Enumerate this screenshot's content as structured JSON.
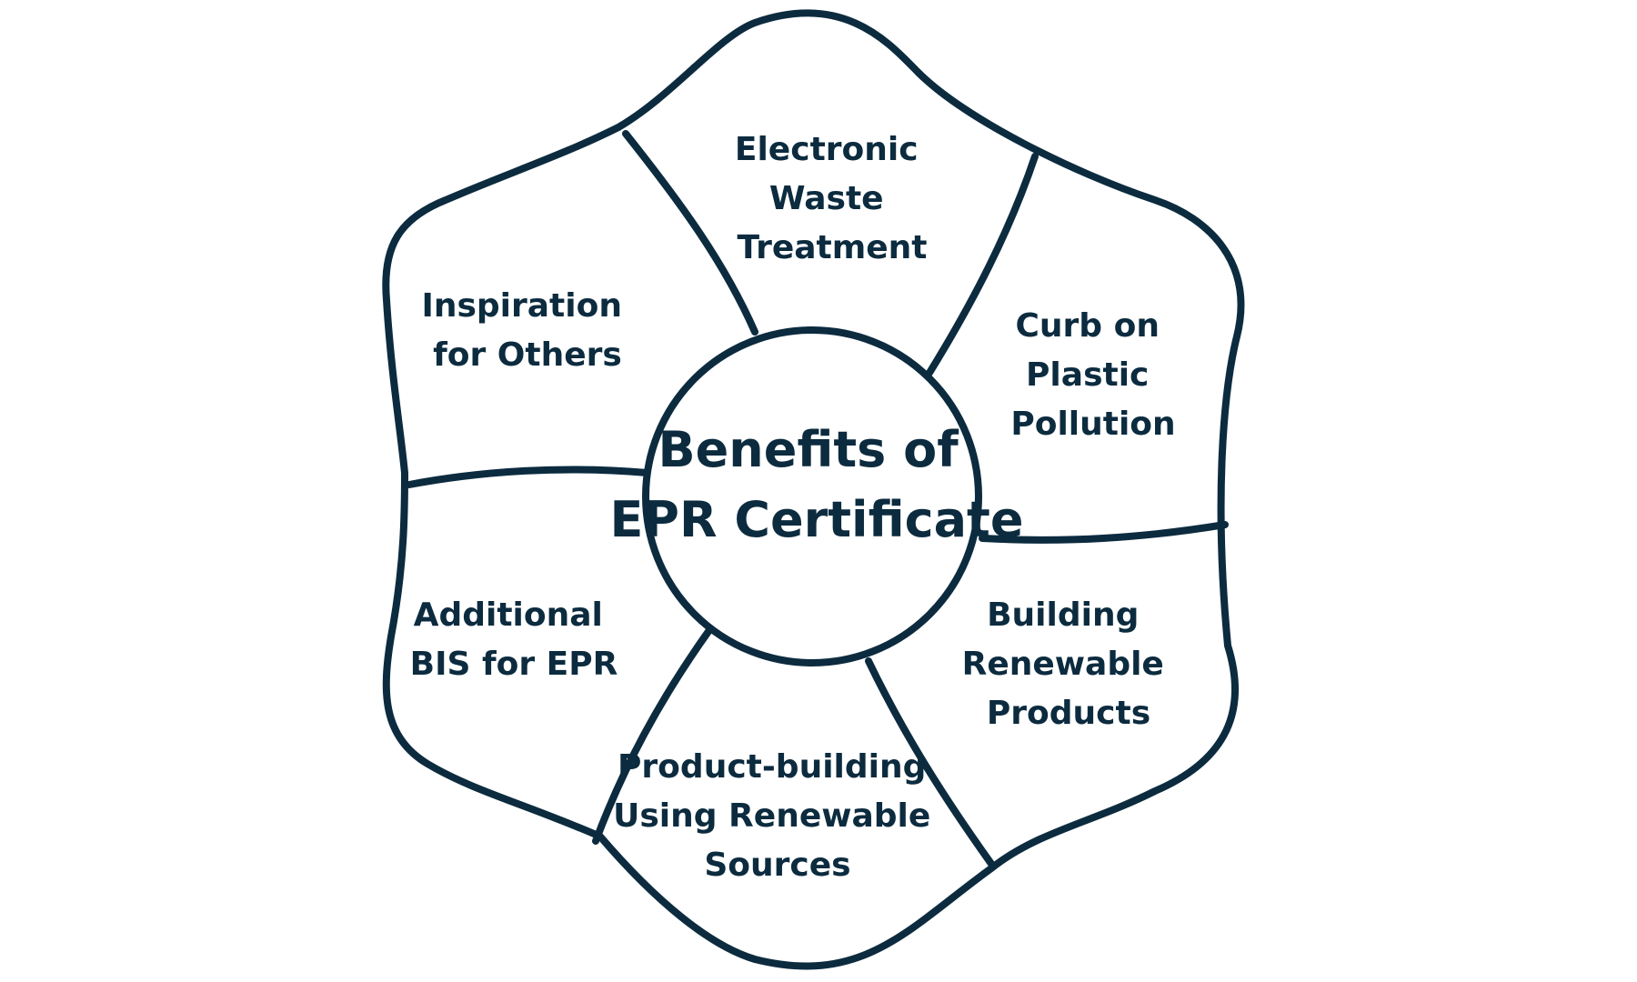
{
  "center": {
    "line1": "Benefits of",
    "line2": "EPR Certificate"
  },
  "segments": [
    {
      "lines": [
        "Electronic",
        "Waste",
        "Treatment"
      ]
    },
    {
      "lines": [
        "Curb on",
        "Plastic",
        "Pollution"
      ]
    },
    {
      "lines": [
        "Building",
        "Renewable",
        "Products"
      ]
    },
    {
      "lines": [
        "Product-building",
        "Using Renewable",
        "Sources"
      ]
    },
    {
      "lines": [
        "Additional",
        "BIS for EPR"
      ]
    },
    {
      "lines": [
        "Inspiration",
        "for Others"
      ]
    }
  ],
  "colors": {
    "stroke": "#0c2b3f",
    "text": "#0c2b3f",
    "background": "#ffffff"
  }
}
